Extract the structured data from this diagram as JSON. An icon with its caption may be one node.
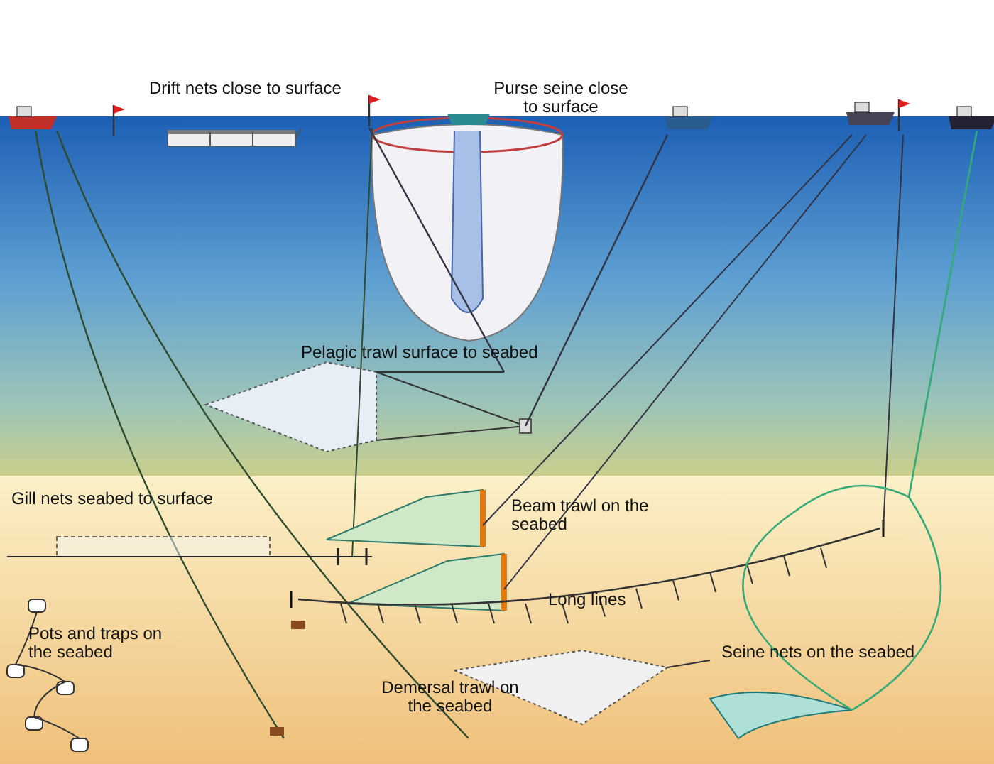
{
  "diagram": {
    "labels": [
      "Drift nets close to surface",
      "Purse seine close to surface",
      "Pelagic trawl surface to seabed",
      "Gill nets seabed to surface",
      "Beam trawl on the seabed",
      "Long lines",
      "Pots and traps on the seabed",
      "Demersal trawl on the seabed",
      "Seine nets on the seabed"
    ]
  }
}
